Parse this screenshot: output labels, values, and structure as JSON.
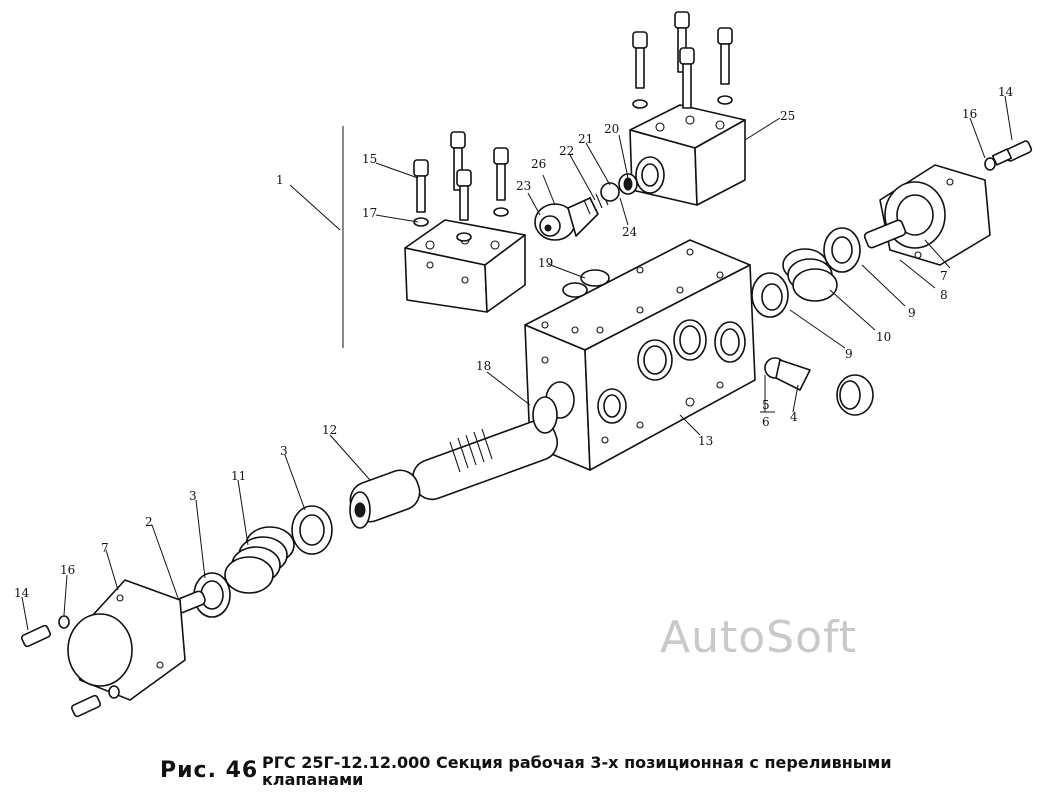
{
  "figure": {
    "label": "Рис. 46",
    "title": "РГС 25Г-12.12.000 Секция рабочая 3-х позиционная с переливными клапанами"
  },
  "watermark": "AutoSoft",
  "callouts": [
    "1",
    "2",
    "3",
    "3",
    "4",
    "5",
    "6",
    "7",
    "7",
    "8",
    "9",
    "9",
    "10",
    "11",
    "12",
    "13",
    "14",
    "14",
    "15",
    "16",
    "16",
    "17",
    "18",
    "19",
    "20",
    "21",
    "22",
    "23",
    "24",
    "25",
    "26"
  ]
}
